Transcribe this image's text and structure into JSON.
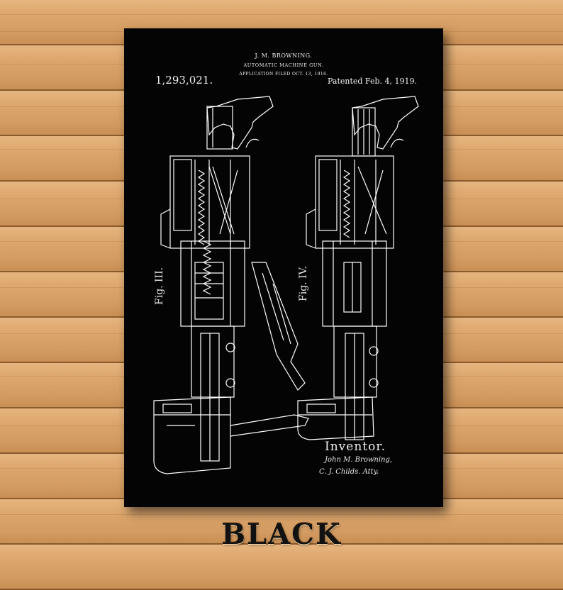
{
  "poster": {
    "inventor_name": "J. M. BROWNING.",
    "invention_title": "AUTOMATIC MACHINE GUN.",
    "application_filed": "APPLICATION FILED OCT. 13, 1916.",
    "patent_number": "1,293,021.",
    "patent_date": "Patented Feb. 4, 1919.",
    "figure_left": "Fig. III.",
    "figure_right": "Fig. IV.",
    "inventor_label": "Inventor.",
    "signature_inventor": "John M. Browning,",
    "signature_attorney": "C. J. Childs. Atty."
  },
  "caption": "BLACK",
  "colors": {
    "poster_bg": "#040404",
    "line_art": "#ffffff",
    "wood": "#d9a56b",
    "caption": "#111111"
  }
}
